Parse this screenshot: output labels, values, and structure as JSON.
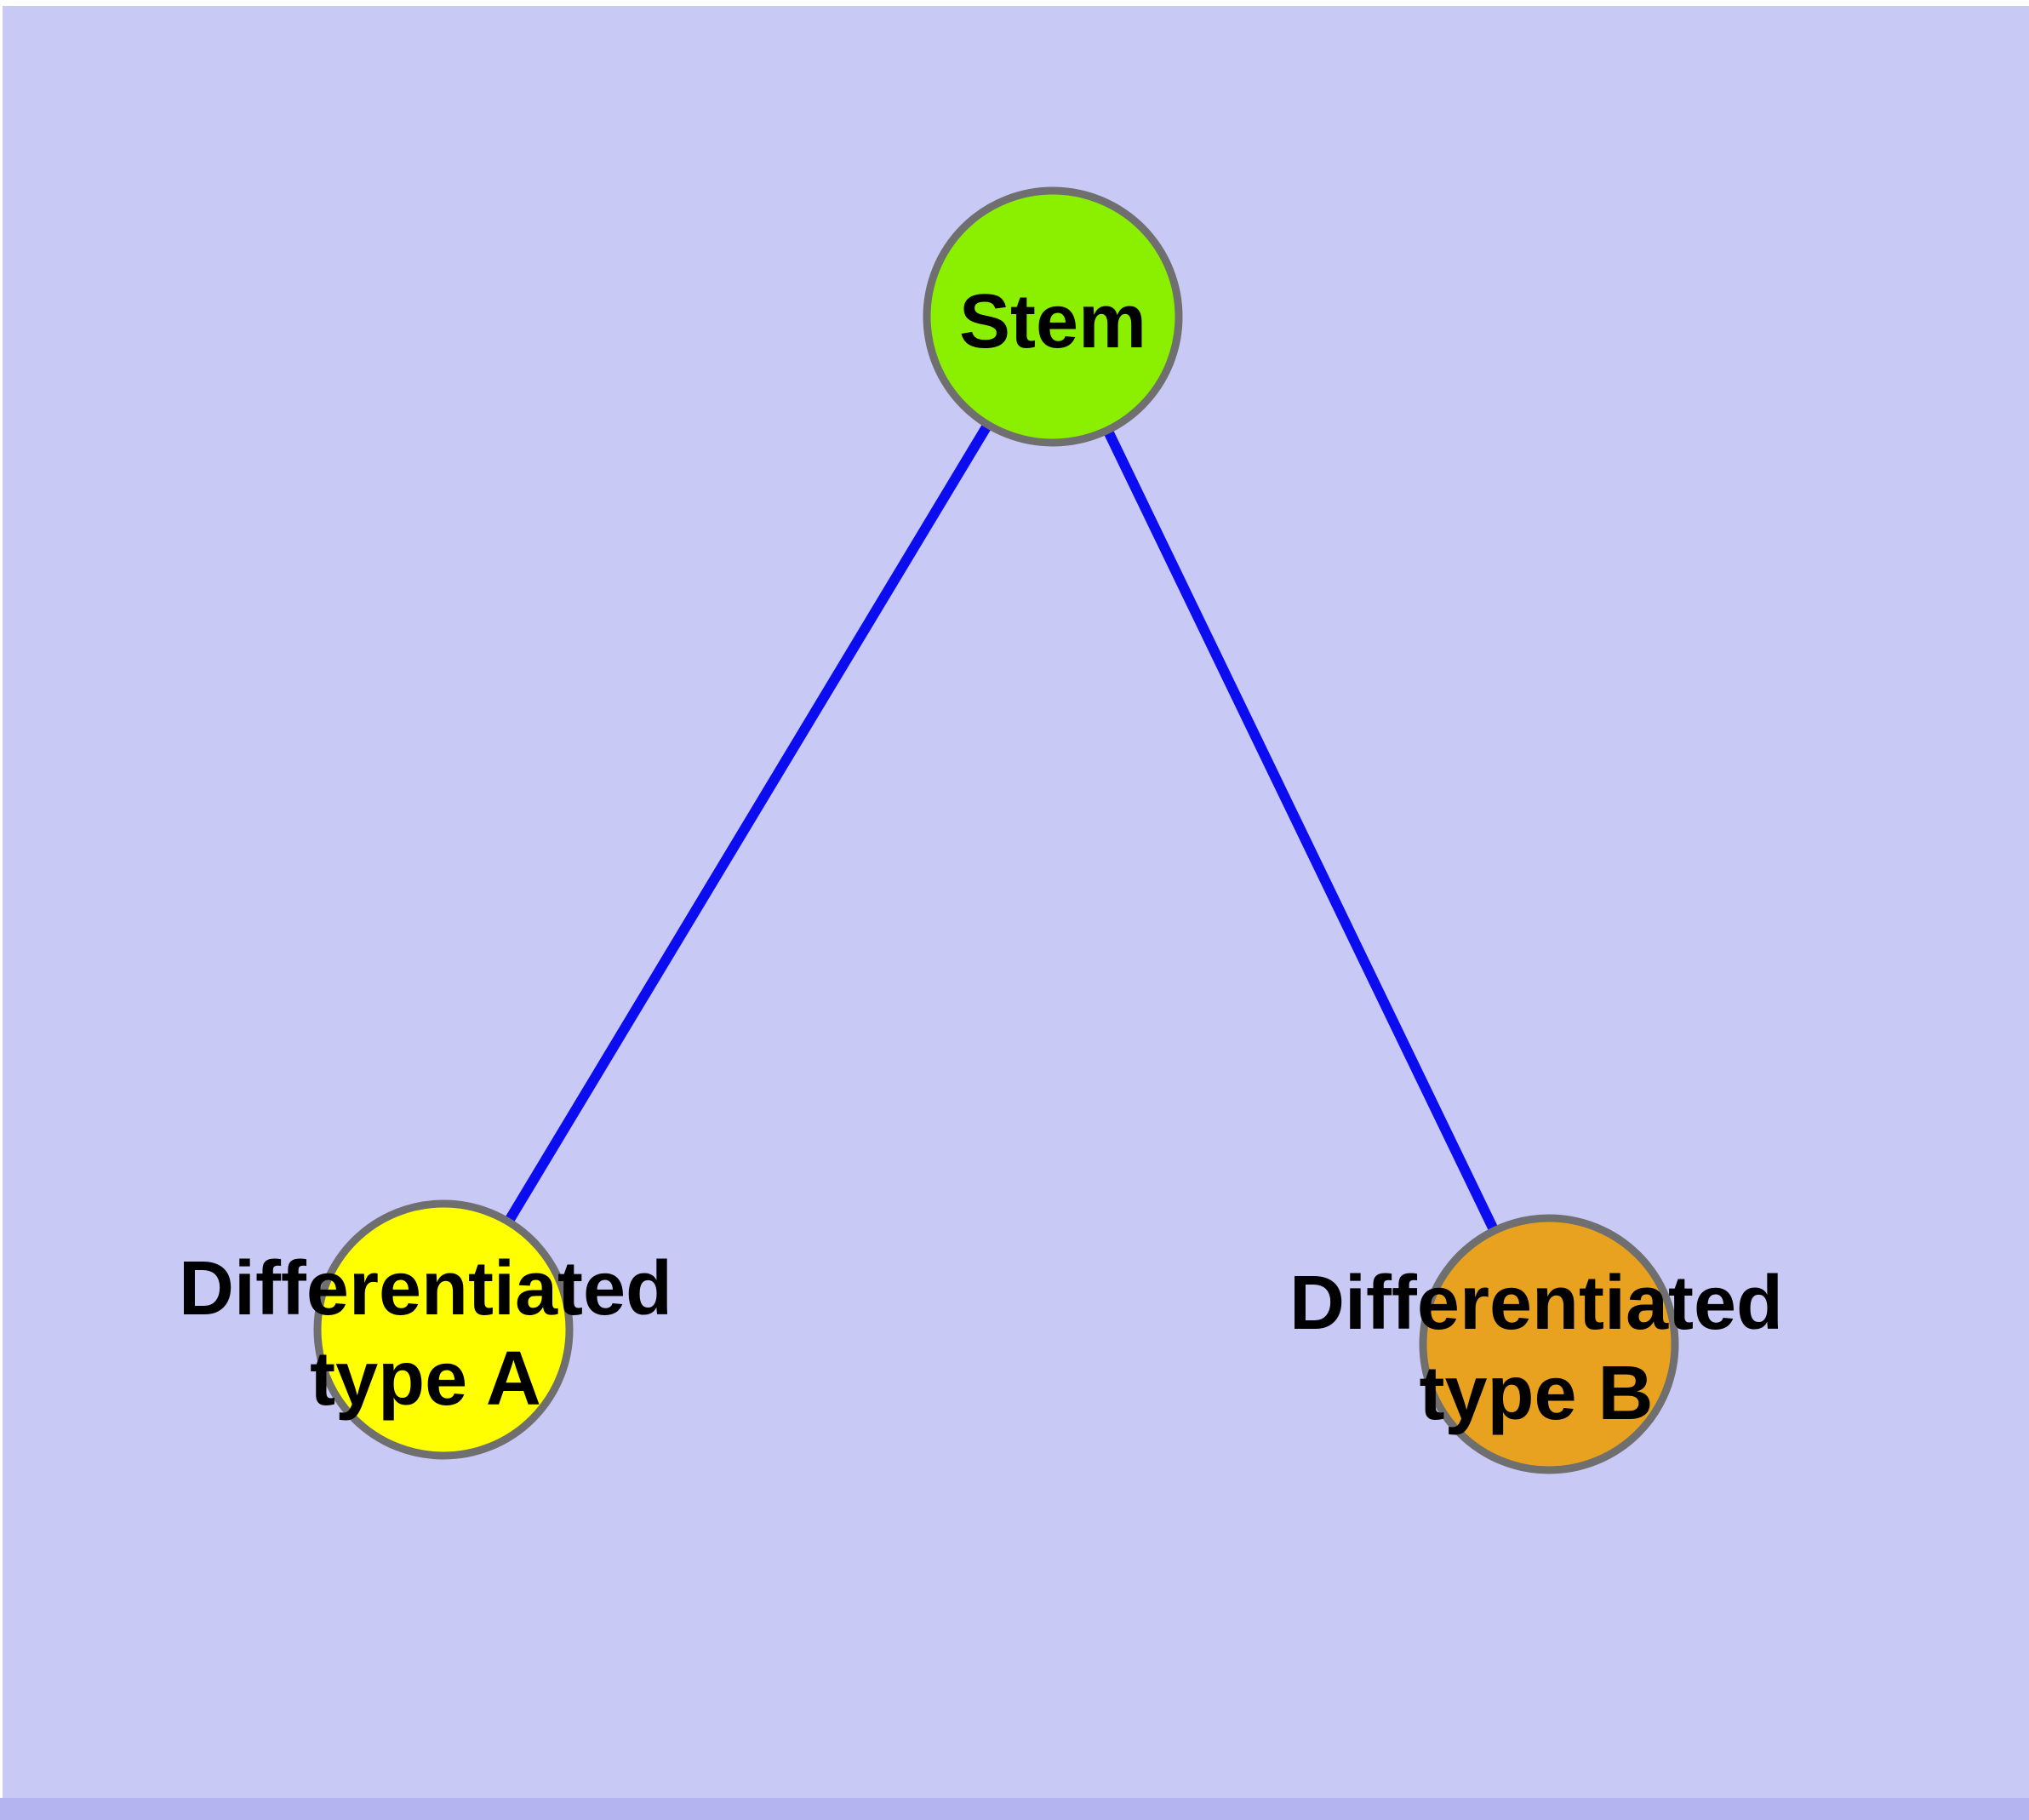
{
  "diagram": {
    "type": "graph",
    "description": "Cell differentiation tree: a Stem node connected to two differentiated cell type nodes",
    "nodes": [
      {
        "id": "stem",
        "label": "Stem",
        "color": "#8BF000"
      },
      {
        "id": "diff-a",
        "label_line1": "Differentiated",
        "label_line2": "type A",
        "label": "Differentiated type A",
        "color": "#FFFF00"
      },
      {
        "id": "diff-b",
        "label_line1": "Differentiated",
        "label_line2": "type B",
        "label": "Differentiated type B",
        "color": "#E8A220"
      }
    ],
    "edges": [
      {
        "from": "Stem",
        "to": "Differentiated type A"
      },
      {
        "from": "Stem",
        "to": "Differentiated type B"
      }
    ],
    "colors": {
      "background": "#C9C9F6",
      "bottom_strip": "#B4B4F0",
      "page_margin": "#FFFFFF",
      "edge": "#0C0CF0",
      "node_border": "#6F6F6F",
      "label_text": "#000000"
    }
  }
}
